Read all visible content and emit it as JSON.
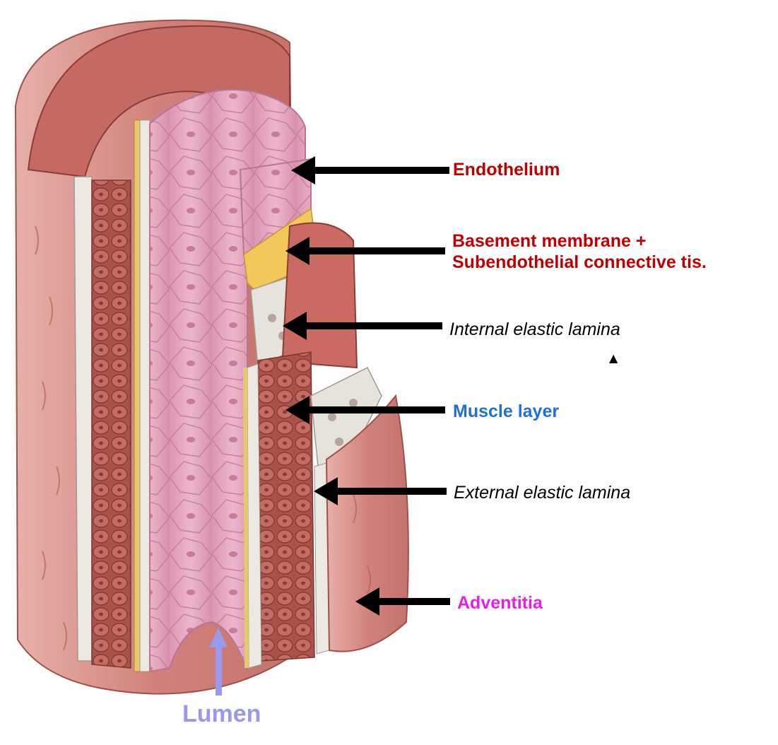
{
  "labels": {
    "endothelium": "Endothelium",
    "basement_line1": "Basement membrane +",
    "basement_line2": "Subendothelial connective tis.",
    "internal_elastic": "Internal elastic lamina",
    "muscle": "Muscle layer",
    "external_elastic": "External elastic lamina",
    "adventitia": "Adventitia",
    "lumen": "Lumen",
    "marker": "▲"
  },
  "colors": {
    "endothelium": "#c00000",
    "basement": "#c00000",
    "internal_elastic": "#000000",
    "muscle": "#1f6fdc",
    "external_elastic": "#000000",
    "adventitia": "#e81ee8",
    "lumen": "#9999ee",
    "arrow": "#000000",
    "lumen_arrow": "#9999ee",
    "tissue_outer": "#d68a82",
    "tissue_dark": "#b0554e",
    "muscle_fill": "#a9524a",
    "lining": "#e6a6bd",
    "elastic": "#e9e6e0",
    "basement_fill": "#f0c040"
  }
}
